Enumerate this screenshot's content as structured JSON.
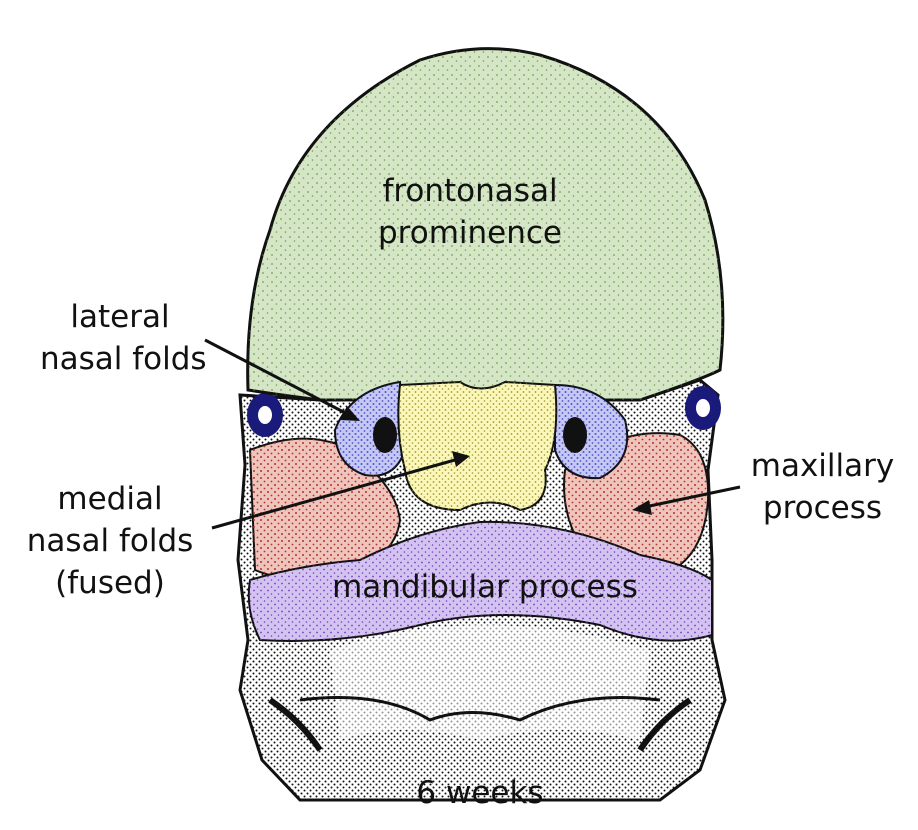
{
  "labels": {
    "frontonasal": [
      "frontonasal",
      "prominence"
    ],
    "lateral": [
      "lateral",
      "nasal folds"
    ],
    "medial": [
      "medial",
      "nasal folds",
      "(fused)"
    ],
    "maxillary": [
      "maxillary",
      "process"
    ],
    "mandibular": "mandibular process",
    "age": "6 weeks"
  },
  "colors": {
    "frontonasal_fill": "#d4e6c6",
    "frontonasal_dots": "#5d8a35",
    "lateral_fill": "#c4c8f2",
    "lateral_dots": "#2424b8",
    "medial_fill": "#fbf6b9",
    "medial_dots": "#9a9a2a",
    "maxillary_fill": "#eec4bc",
    "maxillary_dots": "#b03428",
    "mandibular_fill": "#d3c3f0",
    "mandibular_dots": "#7a3ec0",
    "base_dots": "#111111"
  }
}
